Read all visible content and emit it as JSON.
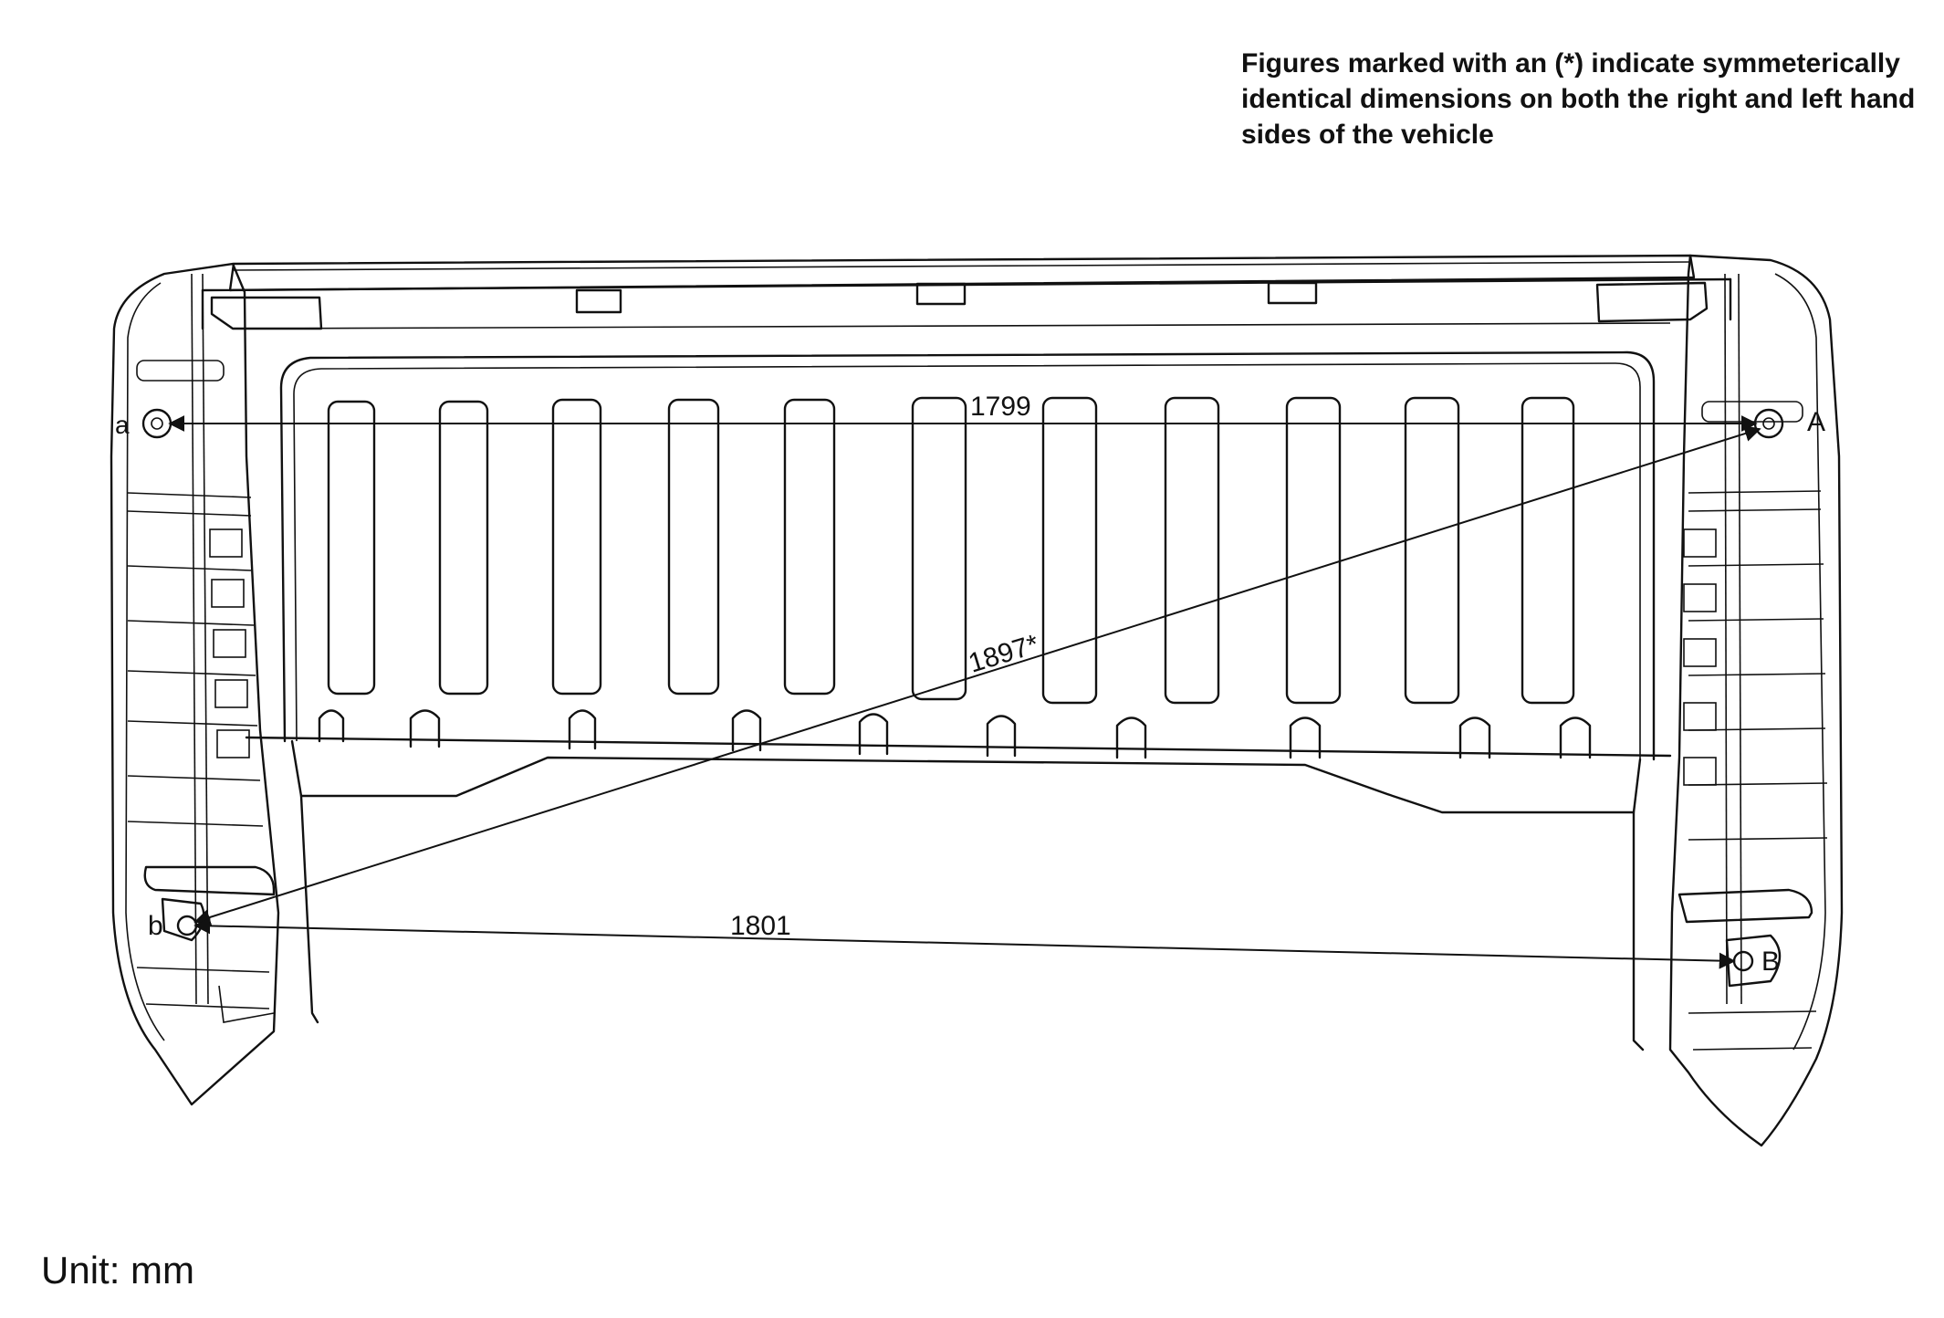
{
  "note": {
    "lines": [
      "Figures marked with an (*) indicate symmeterically",
      "identical dimensions on both the right and left hand",
      "sides of the vehicle"
    ]
  },
  "unit_label": "Unit: mm",
  "points": {
    "a": "a",
    "A": "A",
    "b": "b",
    "B": "B"
  },
  "dimensions": {
    "a_to_A": "1799",
    "b_to_A": "1897*",
    "b_to_B": "1801"
  }
}
